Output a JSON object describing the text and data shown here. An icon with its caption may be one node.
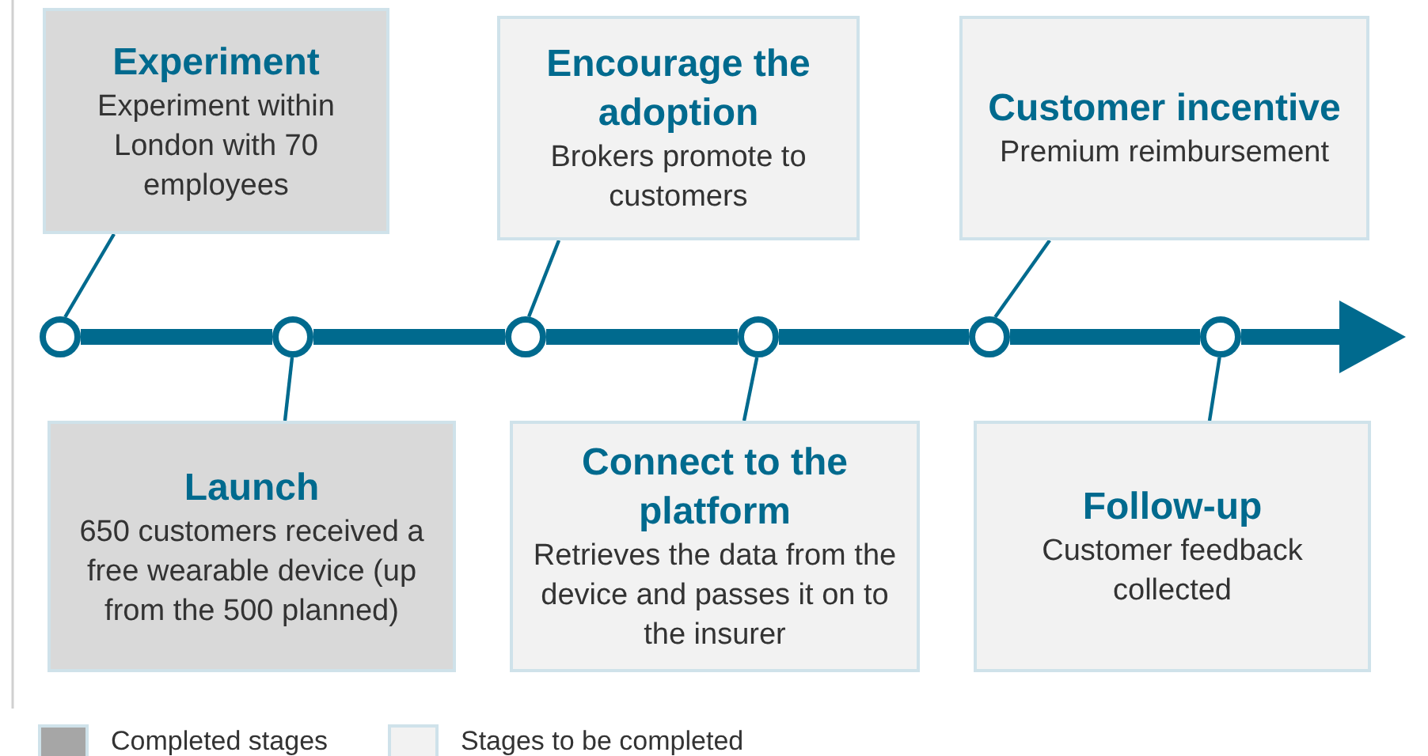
{
  "diagram": {
    "nodes": [
      {
        "text": [
          "Experiment",
          "Experiment within London with 70 employees"
        ]
      },
      {
        "text": [
          "Encourage the adoption",
          "Brokers promote to customers"
        ]
      },
      {
        "text": [
          "Customer incentive",
          "Premium reimbursement"
        ]
      },
      {
        "text": [],
        "shape": "circle"
      },
      {
        "text": [],
        "shape": "circle"
      },
      {
        "text": [],
        "shape": "circle"
      },
      {
        "text": [],
        "shape": "circle"
      },
      {
        "text": [],
        "shape": "circle"
      },
      {
        "text": [],
        "shape": "circle"
      },
      {
        "text": [
          "Launch",
          "650 customers received a free wearable device (up from the 500 planned)"
        ]
      },
      {
        "text": [
          "Connect to the platform",
          "Retrieves the data from the device and passes it on to the insurer"
        ]
      },
      {
        "text": [
          "Follow-up",
          "Customer feedback collected"
        ]
      }
    ],
    "edges": [
      {
        "from": 3,
        "to": 4,
        "arrow": "none",
        "style": "thick"
      },
      {
        "from": 4,
        "to": 5,
        "arrow": "none",
        "style": "thick"
      },
      {
        "from": 5,
        "to": 6,
        "arrow": "none",
        "style": "thick"
      },
      {
        "from": 6,
        "to": 7,
        "arrow": "none",
        "style": "thick"
      },
      {
        "from": 7,
        "to": 8,
        "arrow": "none",
        "style": "thick"
      },
      {
        "from": 8,
        "to": null,
        "arrow": "to",
        "style": "thick"
      },
      {
        "from": 0,
        "to": 3,
        "arrow": "none"
      },
      {
        "from": 9,
        "to": 4,
        "arrow": "none"
      },
      {
        "from": 1,
        "to": 5,
        "arrow": "none"
      },
      {
        "from": 10,
        "to": 6,
        "arrow": "none"
      },
      {
        "from": 2,
        "to": 7,
        "arrow": "none"
      },
      {
        "from": 11,
        "to": 8,
        "arrow": "none"
      }
    ],
    "legend": [
      {
        "text": "Completed stages",
        "color": "#a6a6a6"
      },
      {
        "text": "Stages to be completed",
        "color": "#f2f2f2"
      }
    ]
  }
}
